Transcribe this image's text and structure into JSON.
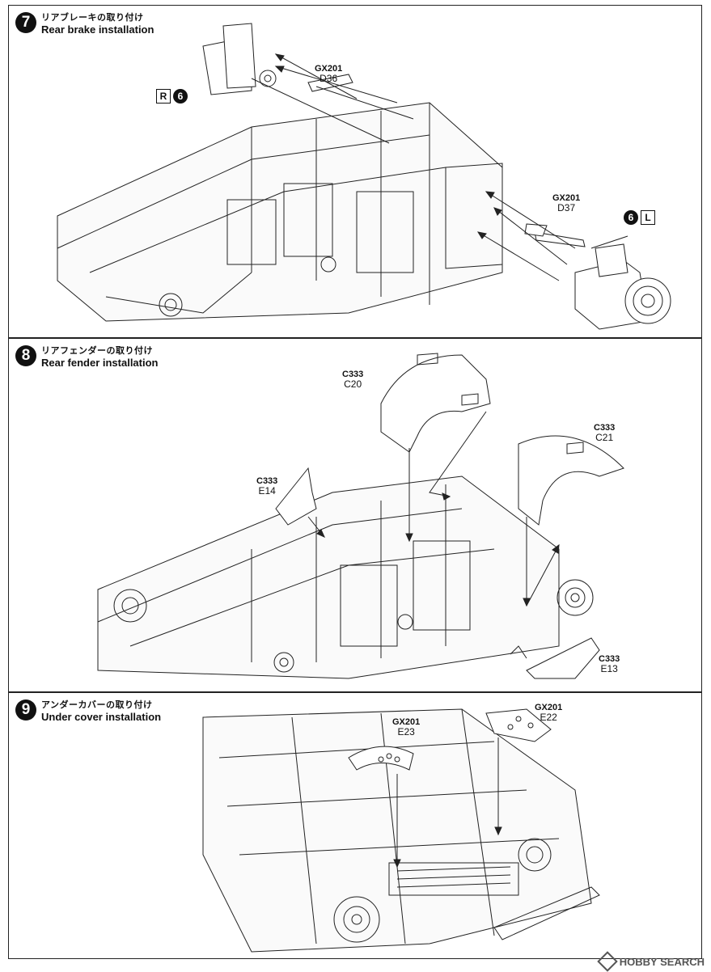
{
  "steps": [
    {
      "number": "7",
      "title_jp": "リアブレーキの取り付け",
      "title_en": "Rear brake installation",
      "labels": [
        {
          "code": "GX201",
          "part": "D36"
        },
        {
          "code": "GX201",
          "part": "D37"
        }
      ],
      "markers": [
        {
          "letter": "R",
          "num": "6"
        },
        {
          "letter": "L",
          "num": "6"
        }
      ]
    },
    {
      "number": "8",
      "title_jp": "リアフェンダーの取り付け",
      "title_en": "Rear fender installation",
      "labels": [
        {
          "code": "C333",
          "part": "C20"
        },
        {
          "code": "C333",
          "part": "C21"
        },
        {
          "code": "C333",
          "part": "E14"
        },
        {
          "code": "C333",
          "part": "E13"
        }
      ]
    },
    {
      "number": "9",
      "title_jp": "アンダーカバーの取り付け",
      "title_en": "Under cover installation",
      "labels": [
        {
          "code": "GX201",
          "part": "E23"
        },
        {
          "code": "GX201",
          "part": "E22"
        }
      ]
    }
  ],
  "watermark": "HOBBY SEARCH"
}
